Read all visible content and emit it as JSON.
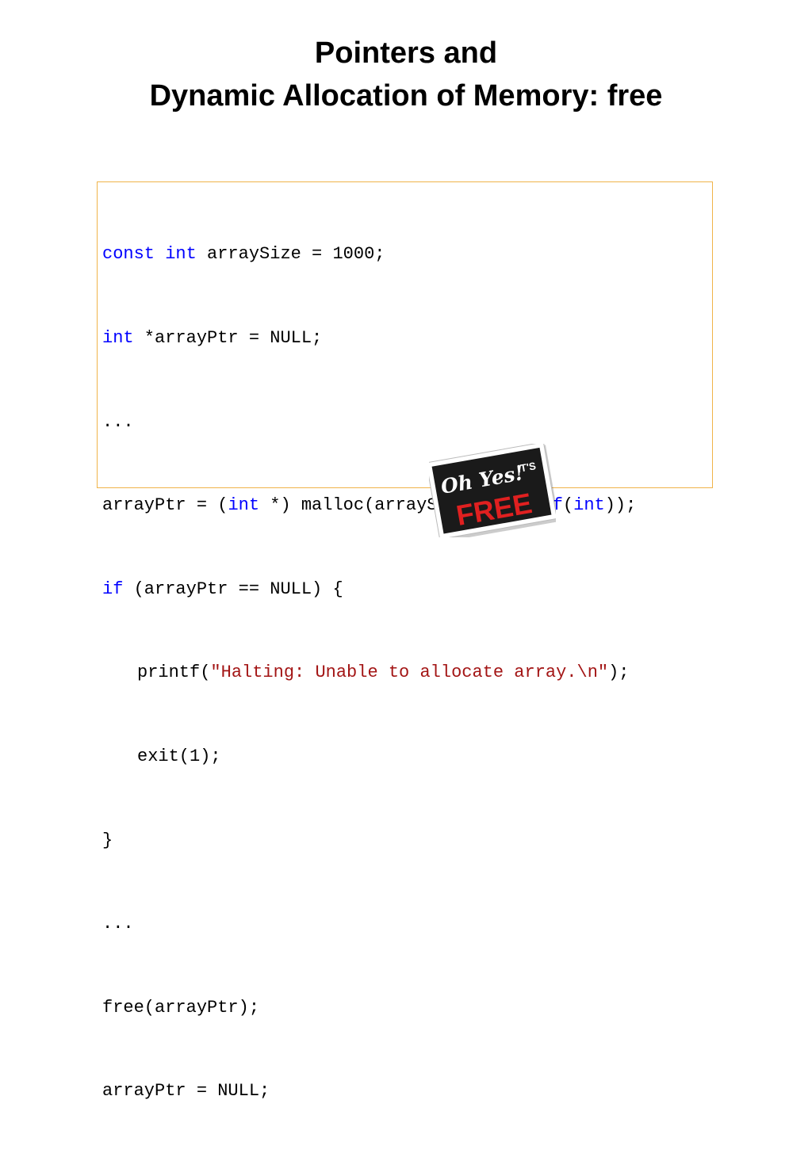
{
  "slide": {
    "title_line1": "Pointers and",
    "title_line2": "Dynamic Allocation of Memory: free"
  },
  "code": {
    "l1": {
      "kw1": "const",
      "kw2": "int",
      "rest": " arraySize = 1000;"
    },
    "l2": {
      "kw": "int",
      "rest": " *arrayPtr = NULL;"
    },
    "l3": "...",
    "l4": {
      "pre": "arrayPtr = (",
      "kw1": "int",
      "mid": " *) malloc(arraySize * ",
      "kw2": "sizeof",
      "p1": "(",
      "kw3": "int",
      "post": "));"
    },
    "l5": {
      "kw": "if",
      "rest": " (arrayPtr == NULL) {"
    },
    "l6": {
      "pre": "printf(",
      "str": "\"Halting: Unable to allocate array.\\n\"",
      "post": ");"
    },
    "l7": "exit(1);",
    "l8": "}",
    "l9": "...",
    "l10": "free(arrayPtr);",
    "l11": "arrayPtr = NULL;"
  },
  "badge": {
    "line1": "Oh Yes!",
    "line2": "IT'S",
    "line3": "FREE",
    "colors": {
      "background": "#1a1a1a",
      "text": "#ffffff",
      "accent": "#e02020",
      "frame": "#ffffff"
    }
  },
  "colors": {
    "keyword": "#0000ff",
    "string": "#a31515",
    "code_border": "#f0b44a"
  }
}
